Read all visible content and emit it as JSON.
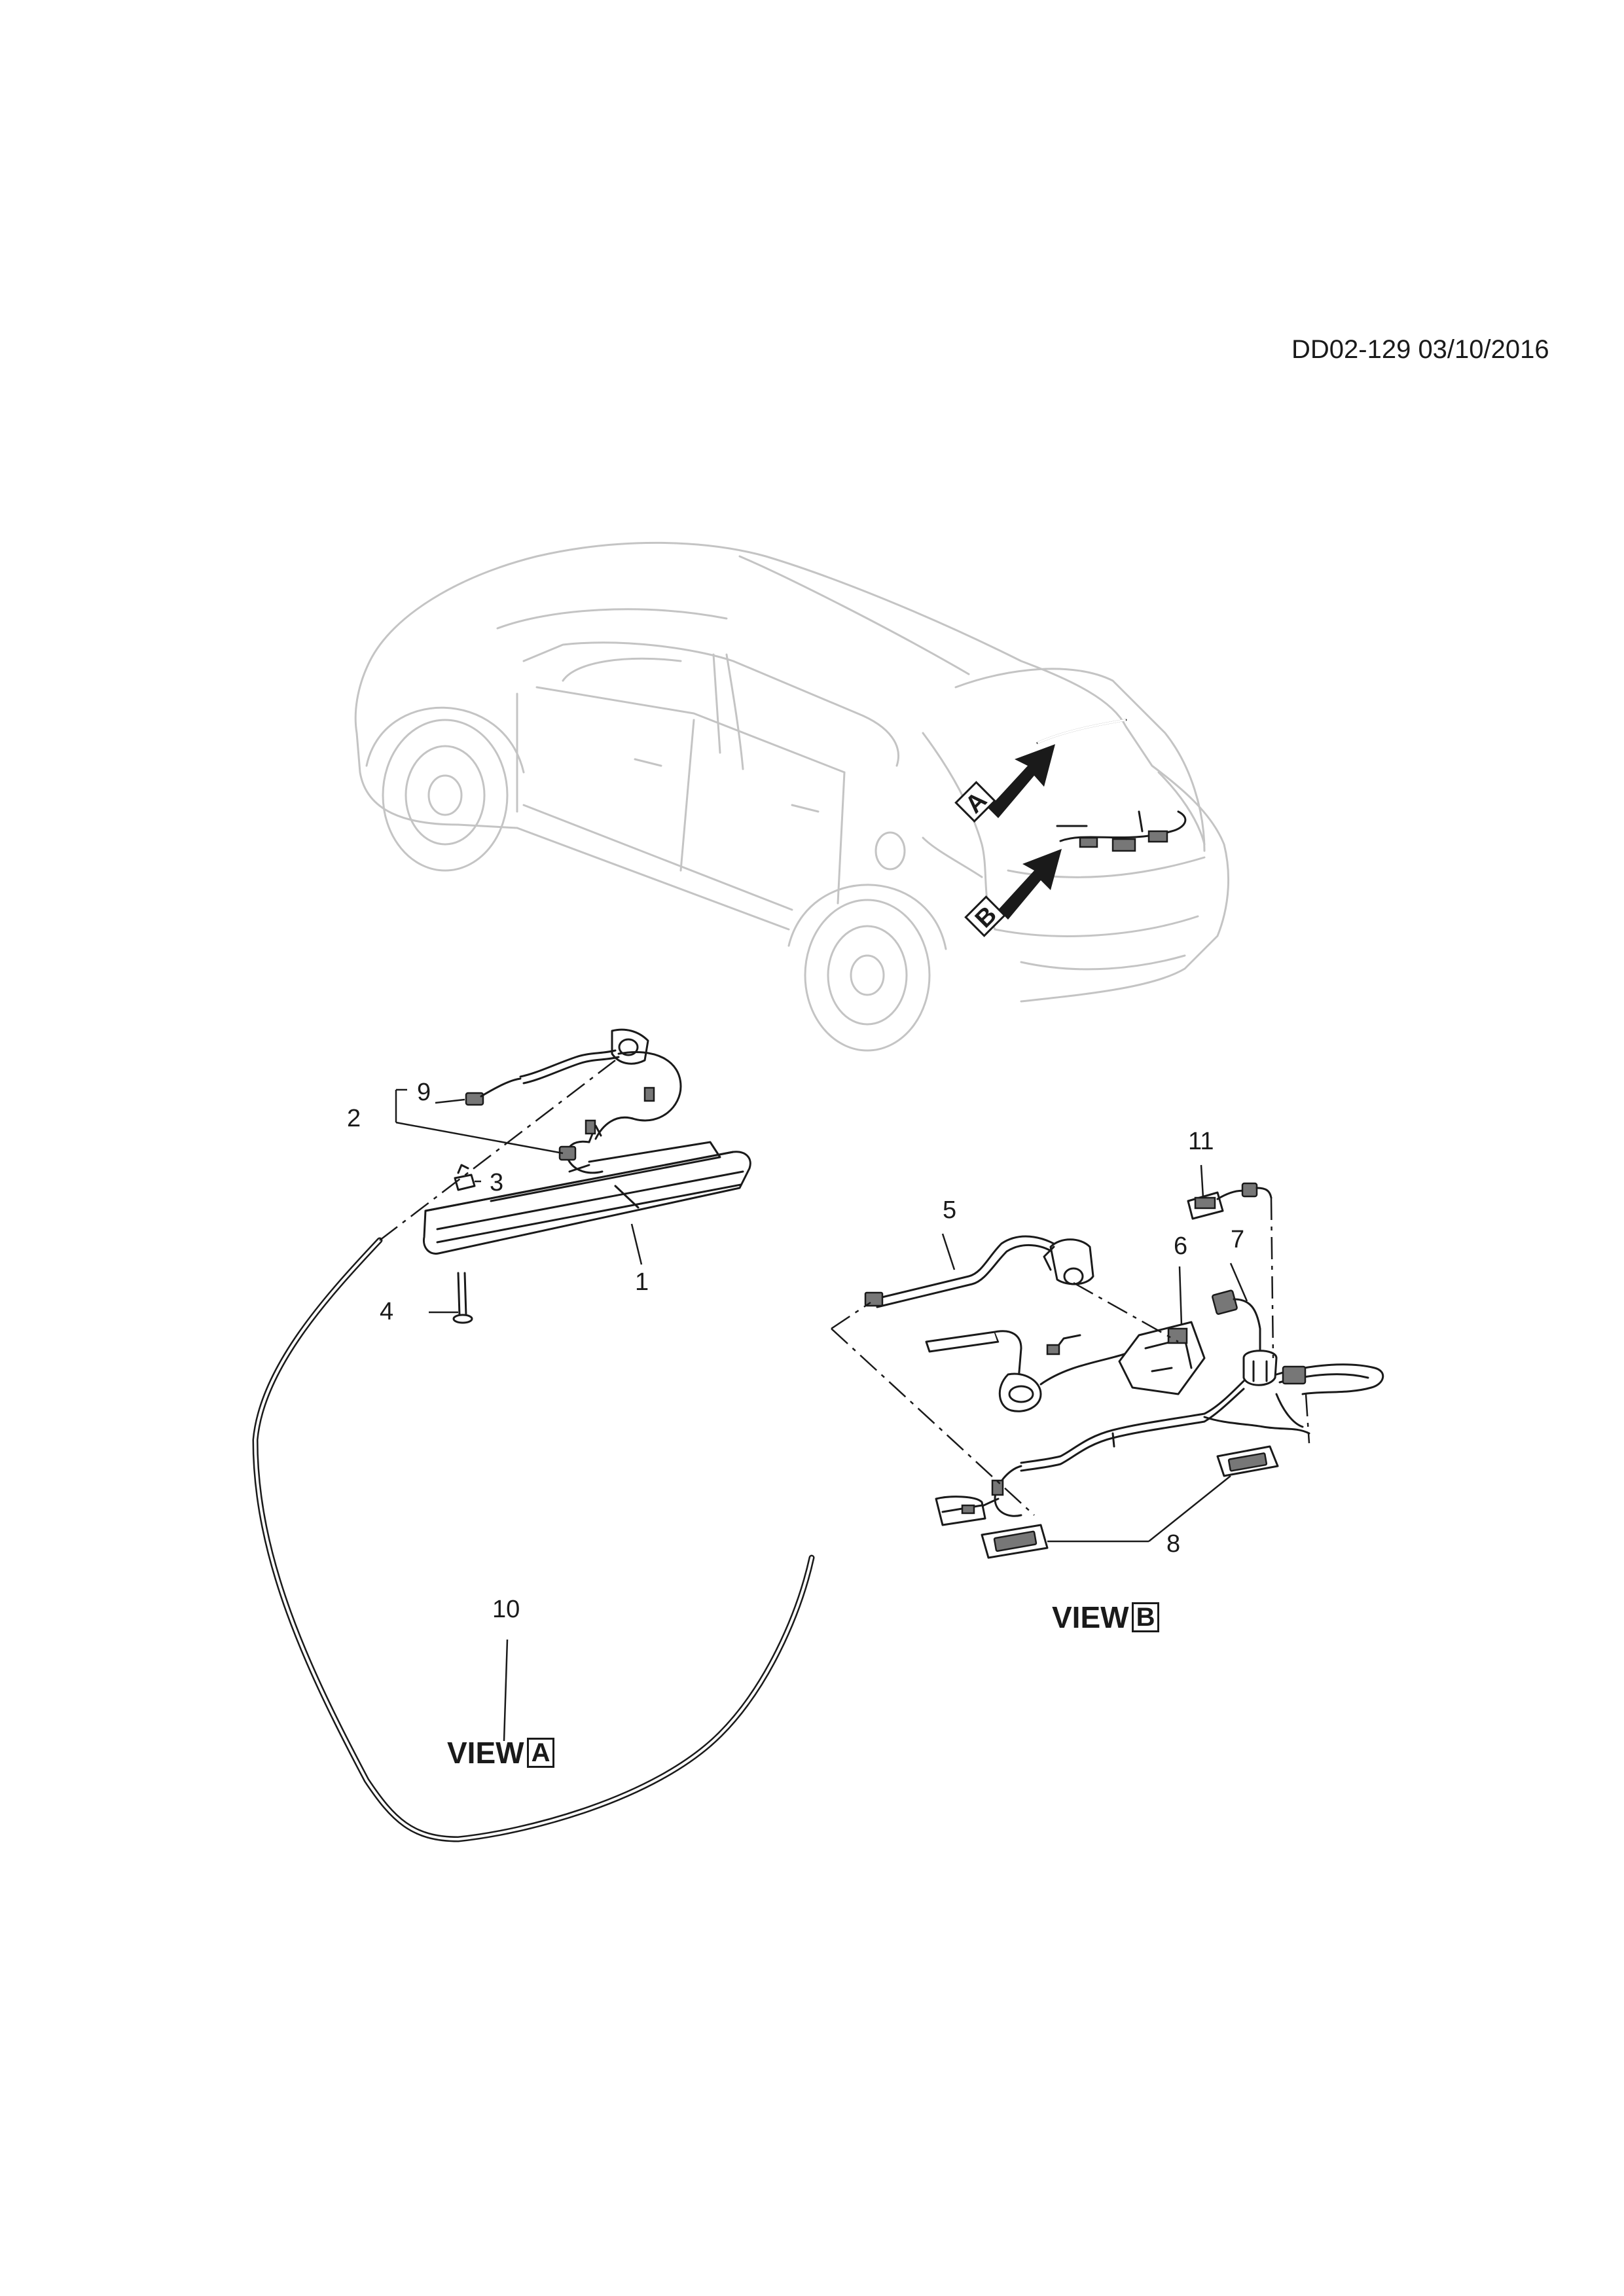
{
  "reference": "DD02-129 03/10/2016",
  "views": {
    "a": {
      "label": "VIEW",
      "letter": "A"
    },
    "b": {
      "label": "VIEW",
      "letter": "B"
    }
  },
  "arrows": {
    "a": "A",
    "b": "B"
  },
  "callouts": {
    "c1": "1",
    "c2": "2",
    "c3": "3",
    "c4": "4",
    "c5": "5",
    "c6": "6",
    "c7": "7",
    "c8": "8",
    "c9": "9",
    "c10": "10",
    "c11": "11"
  }
}
